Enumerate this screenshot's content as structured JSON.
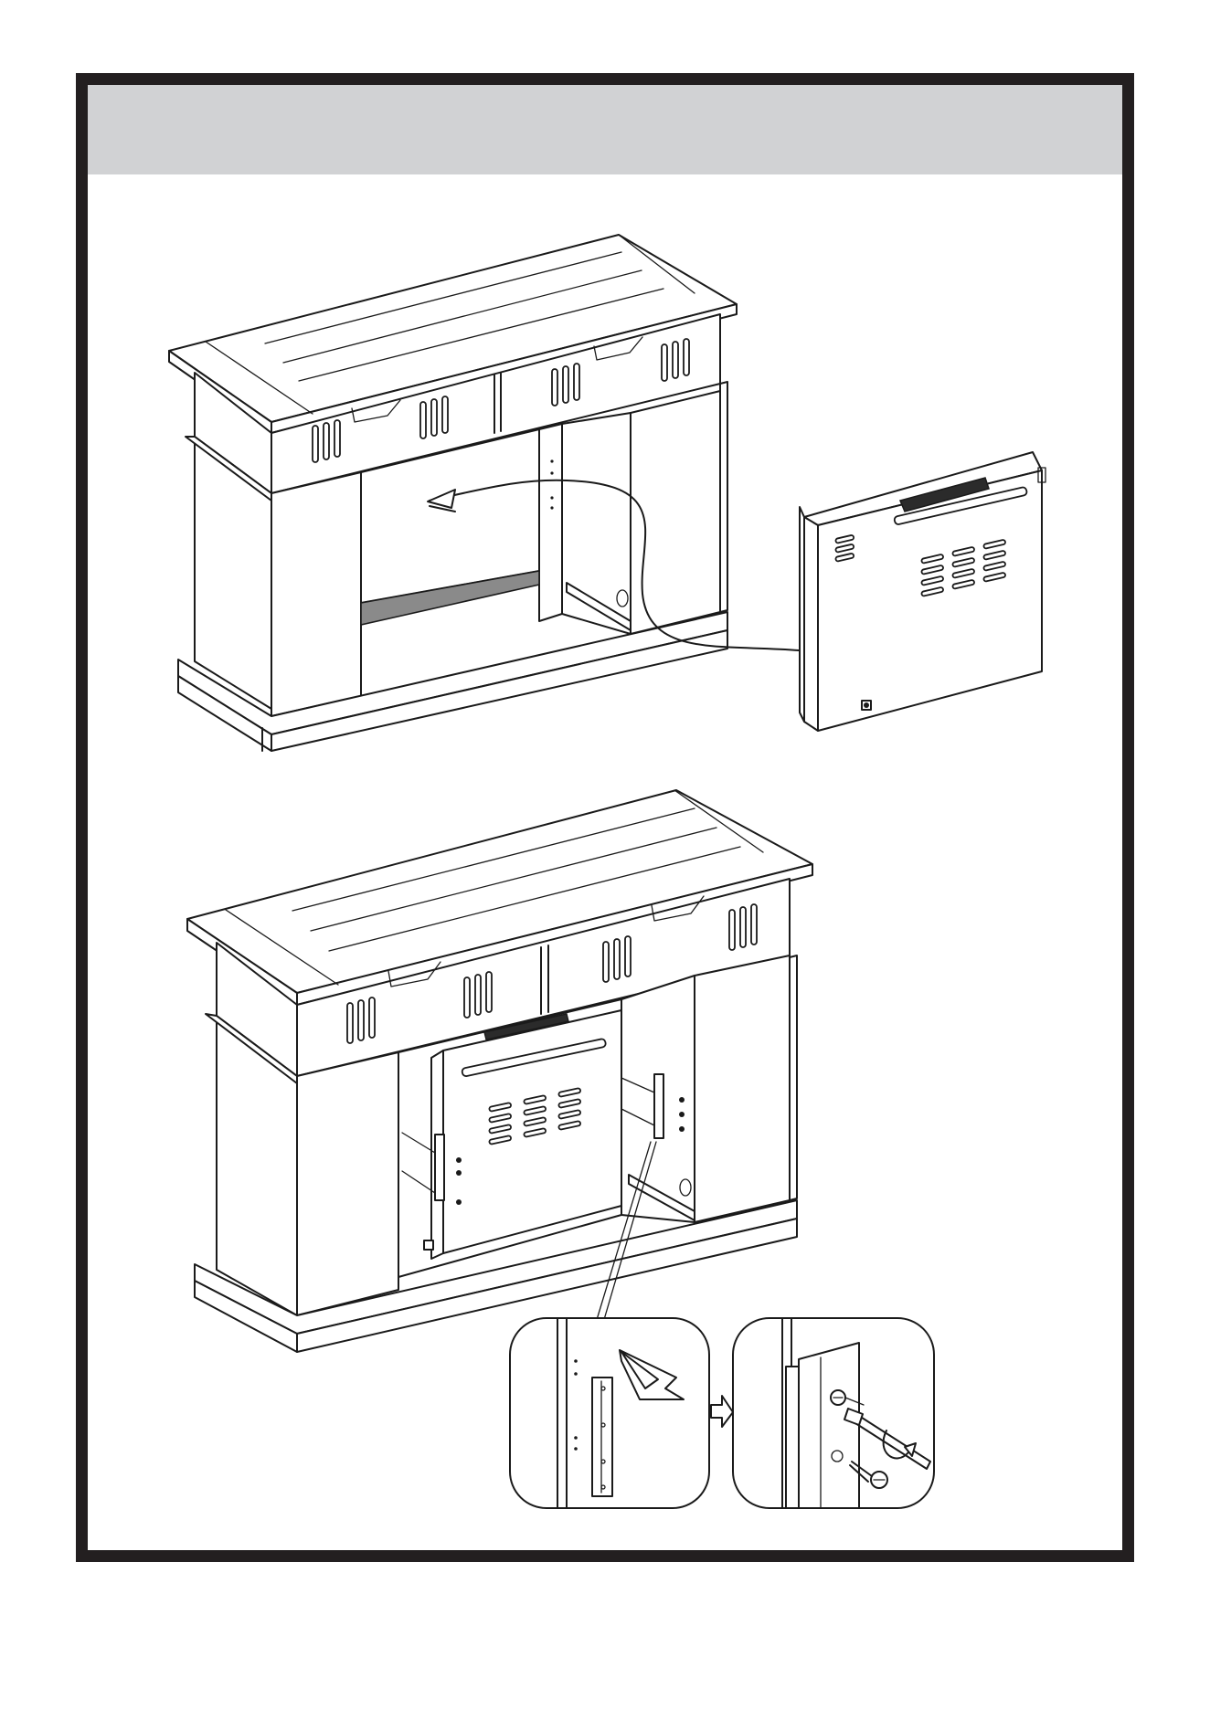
{
  "page": {
    "header_text": "",
    "figures": [
      {
        "name": "insert-firebox-step"
      },
      {
        "name": "secure-firebox-step"
      },
      {
        "name": "bracket-detail-insert"
      },
      {
        "name": "bracket-detail-screw"
      }
    ]
  }
}
